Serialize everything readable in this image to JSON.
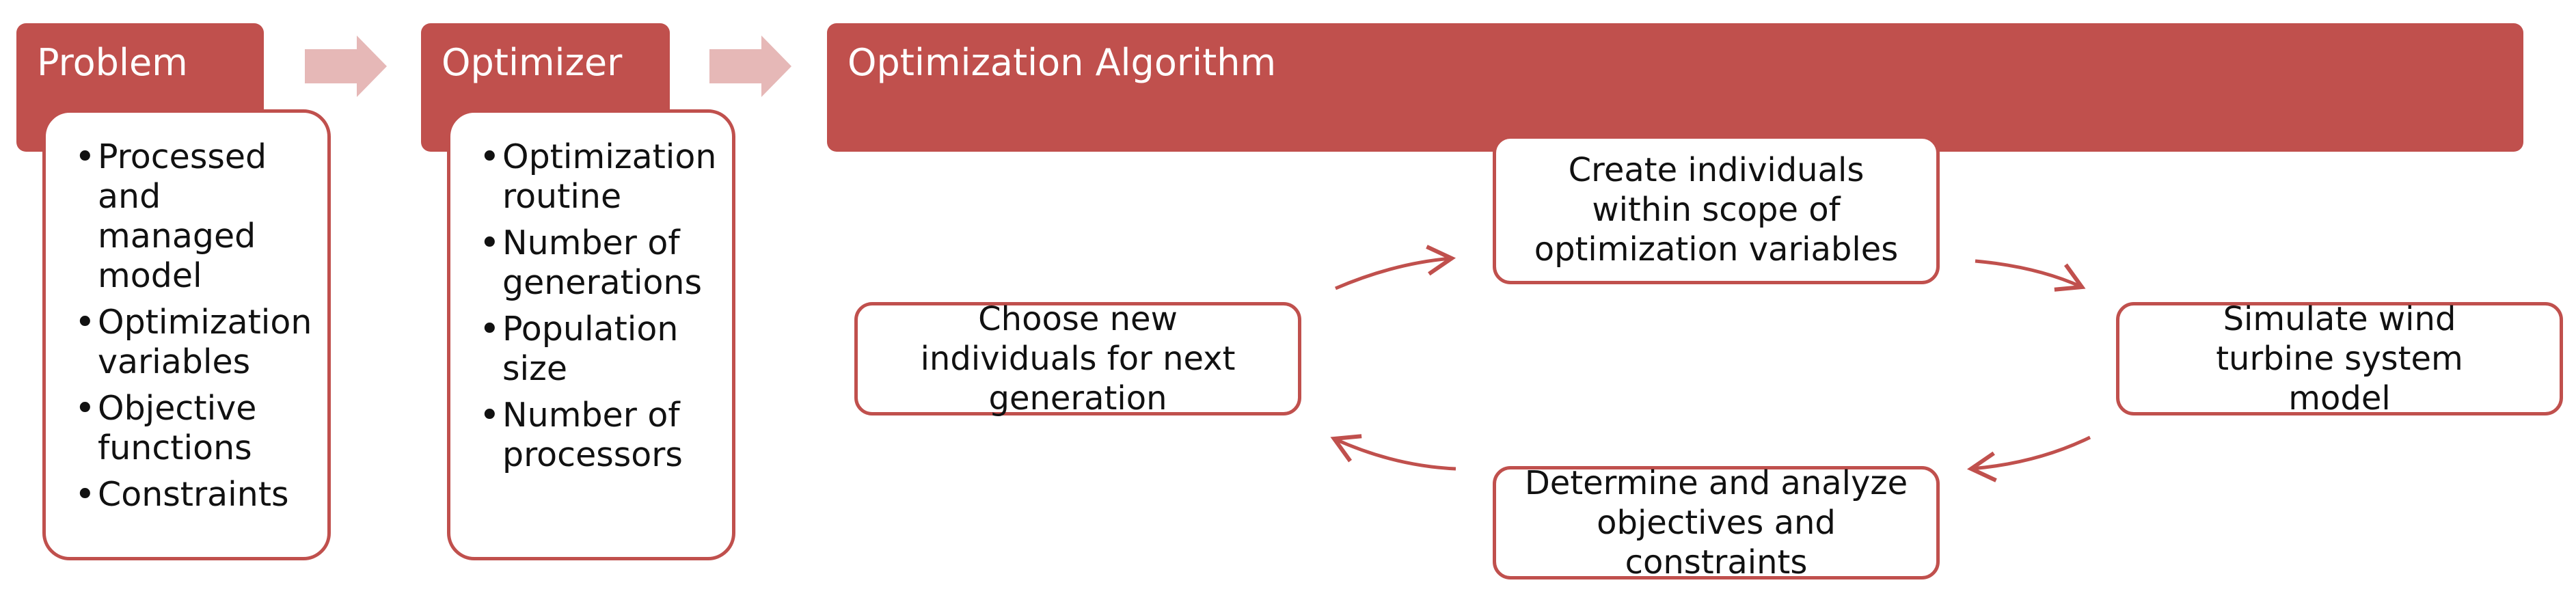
{
  "colors": {
    "accent": "#c0504d",
    "arrow_light": "#e6b8b7",
    "card_bg": "#ffffff"
  },
  "problem": {
    "title": "Problem",
    "items": [
      "Processed and managed model",
      "Optimization variables",
      "Objective functions",
      "Constraints"
    ]
  },
  "optimizer": {
    "title": "Optimizer",
    "items": [
      "Optimization routine",
      "Number of generations",
      "Population size",
      "Number of processors"
    ]
  },
  "algorithm": {
    "title": "Optimization Algorithm",
    "steps": {
      "create": "Create individuals within scope of optimization variables",
      "simulate": "Simulate wind turbine system model",
      "determine": "Determine and analyze objectives and constraints",
      "choose": "Choose new individuals for next generation"
    }
  }
}
